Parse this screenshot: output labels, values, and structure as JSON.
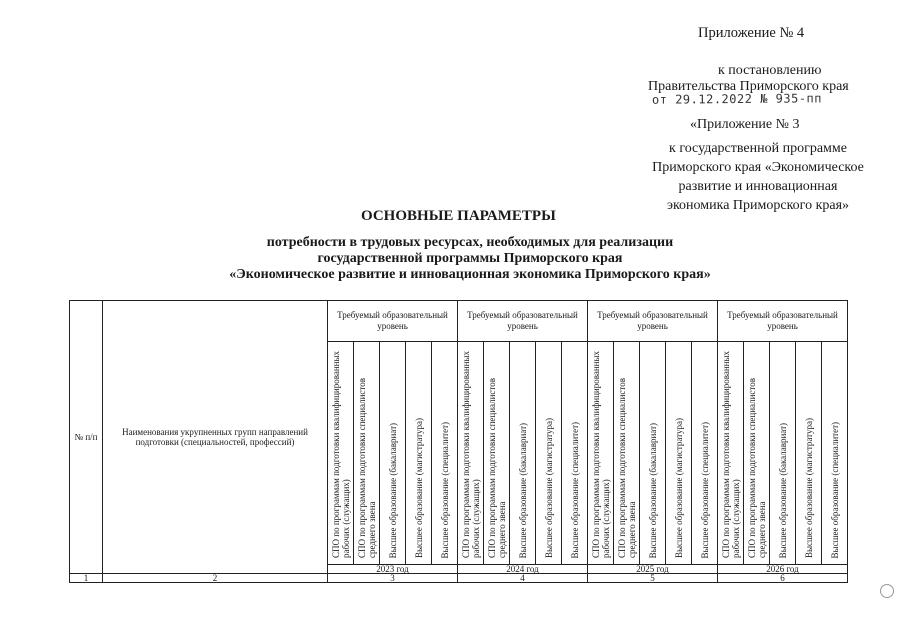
{
  "header": {
    "appendix_no": "Приложение № 4",
    "to_resolution": "к постановлению",
    "government": "Правительства Приморского края",
    "stamp_date": "от 29.12.2022",
    "stamp_number": "935-пп",
    "prev_appendix": "«Приложение № 3",
    "program_ref": [
      "к государственной программе",
      "Приморского края «Экономическое",
      "развитие и инновационная",
      "экономика Приморского края»"
    ]
  },
  "title": {
    "main": "ОСНОВНЫЕ ПАРАМЕТРЫ",
    "lines": [
      "потребности в трудовых ресурсах, необходимых для реализации",
      "государственной программы Приморского края",
      "«Экономическое развитие и инновационная экономика Приморского края»"
    ]
  },
  "table": {
    "col_no_header": "№ п/п",
    "col_name_header": "Наименования укрупненных групп направлений подготовки (специальностей, профессий)",
    "level_header": "Требуемый образовательный уровень",
    "sub_columns": [
      "СПО по программам подготовки квалифицированных рабочих (служащих)",
      "СПО по программам подготовки специалистов среднего звена",
      "Высшее образование (бакалавриат)",
      "Высшее образование (магистратура)",
      "Высшее образование (специалитет)"
    ],
    "years": [
      "2023 год",
      "2024 год",
      "2025 год",
      "2026 год"
    ],
    "numbering": [
      "1",
      "2",
      "3",
      "4",
      "5",
      "6"
    ]
  }
}
